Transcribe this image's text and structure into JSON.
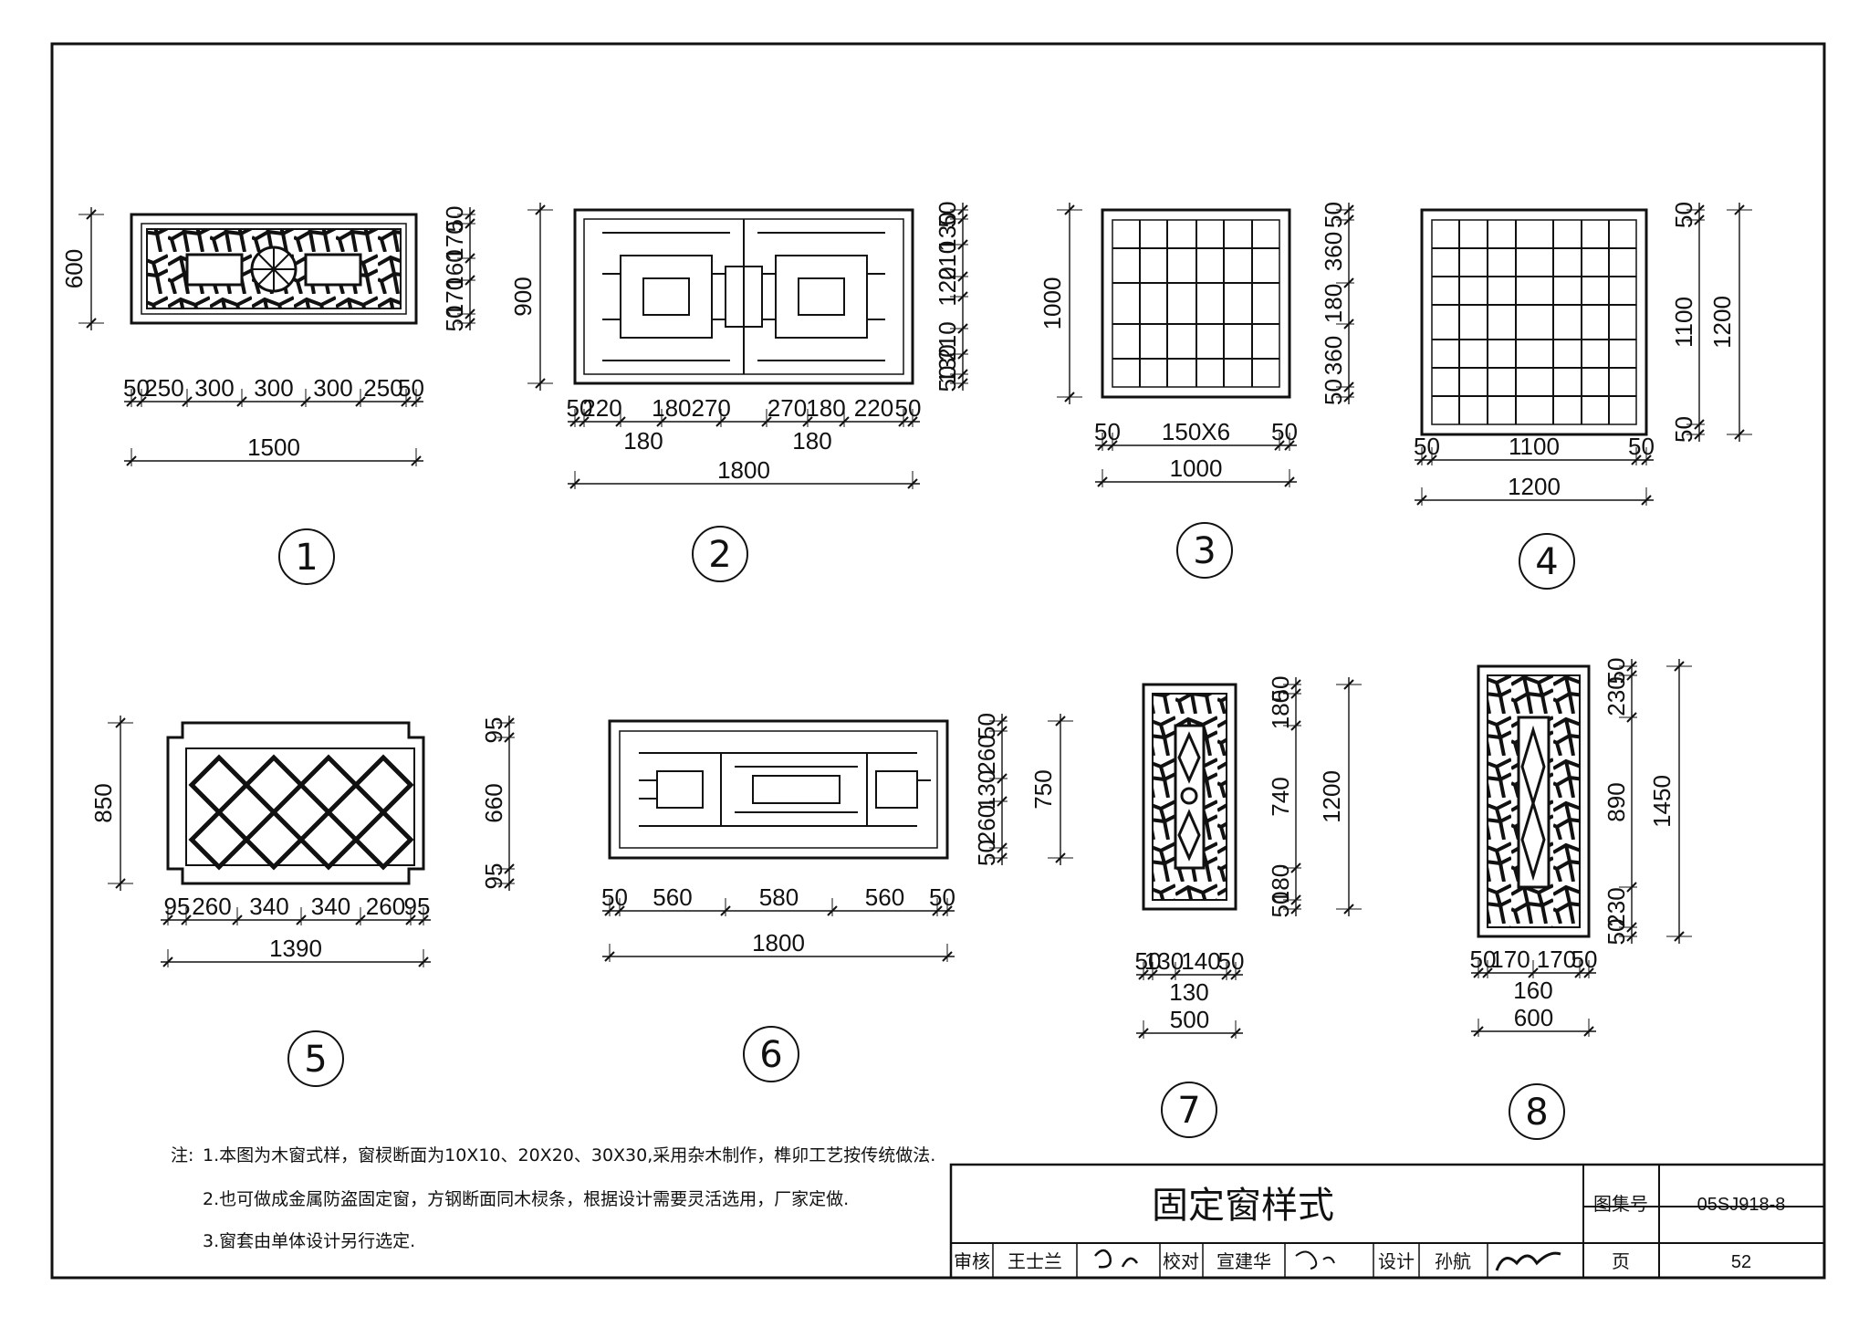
{
  "drawing_title": "固定窗样式",
  "title_block": {
    "atlas_label": "图集号",
    "atlas_no": "05SJ918-8",
    "review_label": "审核",
    "reviewer": "王士兰",
    "check_label": "校对",
    "checker": "宣建华",
    "design_label": "设计",
    "designer": "孙航",
    "page_label": "页",
    "page_no": "52"
  },
  "notes": {
    "prefix": "注:",
    "lines": [
      "1.本图为木窗式样，窗棂断面为10X10、20X20、30X30,采用杂木制作，榫卯工艺按传统做法.",
      "2.也可做成金属防盗固定窗，方钢断面同木棂条，根据设计需要灵活选用，厂家定做.",
      "3.窗套由单体设计另行选定."
    ]
  },
  "windows": [
    {
      "id": "w1",
      "number": "①",
      "height": "600",
      "total": "1500",
      "bottom_dims": [
        "50",
        "250",
        "300",
        "300",
        "300",
        "250",
        "50"
      ],
      "right_dims": [
        "50",
        "170",
        "160",
        "170",
        "50"
      ]
    },
    {
      "id": "w2",
      "number": "②",
      "height": "900",
      "total": "1800",
      "bottom_dims": [
        "50",
        "220",
        "180",
        "270",
        "270",
        "180",
        "220",
        "50"
      ],
      "bottom_dims_lower": [
        "180",
        "180"
      ],
      "right_dims": [
        "50",
        "130",
        "210",
        "120",
        "210",
        "130",
        "50"
      ]
    },
    {
      "id": "w3",
      "number": "③",
      "height": "1000",
      "total": "1000",
      "bottom_dims": [
        "50",
        "150X6",
        "50"
      ],
      "right_dims": [
        "50",
        "360",
        "180",
        "360",
        "50"
      ]
    },
    {
      "id": "w4",
      "number": "④",
      "inner": "1100",
      "total": "1200",
      "bottom_dims": [
        "50",
        "1100",
        "50"
      ],
      "right_dims": [
        "50",
        "1100",
        "1200",
        "50"
      ]
    },
    {
      "id": "w5",
      "number": "⑤",
      "height": "850",
      "total": "1390",
      "bottom_dims": [
        "95",
        "260",
        "340",
        "340",
        "260",
        "95"
      ],
      "right_dims": [
        "95",
        "660",
        "95"
      ]
    },
    {
      "id": "w6",
      "number": "⑥",
      "total": "1800",
      "bottom_dims": [
        "50",
        "560",
        "580",
        "560",
        "50"
      ],
      "right_dims": [
        "50",
        "260",
        "130",
        "750",
        "260",
        "50"
      ]
    },
    {
      "id": "w7",
      "number": "⑦",
      "total": "500",
      "bottom_dims": [
        "50",
        "130",
        "140",
        "50"
      ],
      "bottom_mid": "130",
      "right_dims": [
        "50",
        "180",
        "740",
        "1200",
        "180",
        "50"
      ]
    },
    {
      "id": "w8",
      "number": "⑧",
      "total": "600",
      "bottom_dims": [
        "50",
        "170",
        "170",
        "50"
      ],
      "bottom_mid": "160",
      "right_dims": [
        "50",
        "230",
        "890",
        "1450",
        "230",
        "50"
      ]
    }
  ]
}
